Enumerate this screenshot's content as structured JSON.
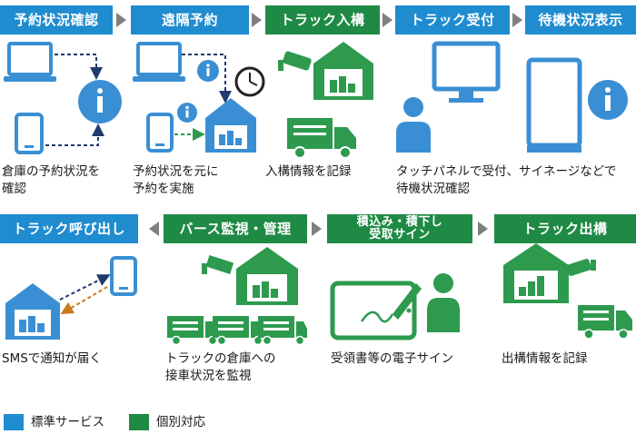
{
  "colors": {
    "standard_blue": "#1f8ccf",
    "custom_green": "#1f8a45",
    "arrow_gray": "#7f7f7f",
    "icon_blue": "#3a8fd4",
    "icon_green": "#2d9a4e"
  },
  "row1": {
    "steps": [
      {
        "label": "予約状況確認",
        "type": "standard",
        "caption": "倉庫の予約状況を\n確認"
      },
      {
        "label": "遠隔予約",
        "type": "standard",
        "caption": "予約状況を元に\n予約を実施"
      },
      {
        "label": "トラック入構",
        "type": "custom",
        "caption": "入構情報を記録"
      },
      {
        "label": "トラック受付",
        "type": "standard",
        "caption": "タッチパネルで受付、サイネージなどで\n待機状況確認"
      },
      {
        "label": "待機状況表示",
        "type": "standard",
        "caption": ""
      }
    ]
  },
  "row2": {
    "steps": [
      {
        "label": "トラック呼び出し",
        "type": "standard",
        "caption": "SMSで通知が届く"
      },
      {
        "label": "バース監視・管理",
        "type": "custom",
        "caption": "トラックの倉庫への\n接車状況を監視"
      },
      {
        "label": "積込み・積下し\n受取サイン",
        "type": "custom",
        "caption": "受領書等の電子サイン"
      },
      {
        "label": "トラック出構",
        "type": "custom",
        "caption": "出構情報を記録"
      }
    ]
  },
  "legend": {
    "standard": "標準サービス",
    "custom": "個別対応"
  },
  "icons": [
    "laptop-icon",
    "smartphone-icon",
    "info-icon",
    "warehouse-icon",
    "clock-icon",
    "camera-icon",
    "truck-icon",
    "monitor-icon",
    "person-icon",
    "tablet-icon",
    "pen-icon",
    "signage-icon"
  ]
}
